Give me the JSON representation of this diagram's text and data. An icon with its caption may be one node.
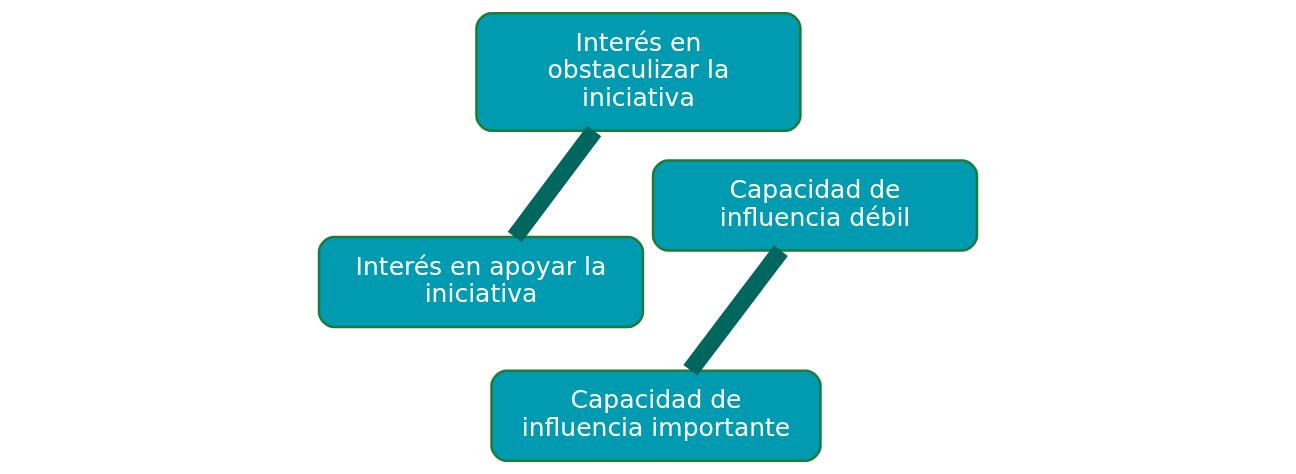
{
  "diagram": {
    "nodes": [
      {
        "text": [
          "Interés en apoyar la iniciativa"
        ]
      },
      {
        "text": [
          "Capacidad de influencia débil"
        ]
      },
      {
        "text": [
          "Capacidad de influencia importante"
        ]
      },
      {
        "text": [
          "Interés en obstaculizar la iniciativa"
        ]
      }
    ],
    "edges": [
      {
        "from": 0,
        "to": 3,
        "arrow": "none"
      },
      {
        "from": 1,
        "to": 2,
        "arrow": "none"
      }
    ]
  }
}
